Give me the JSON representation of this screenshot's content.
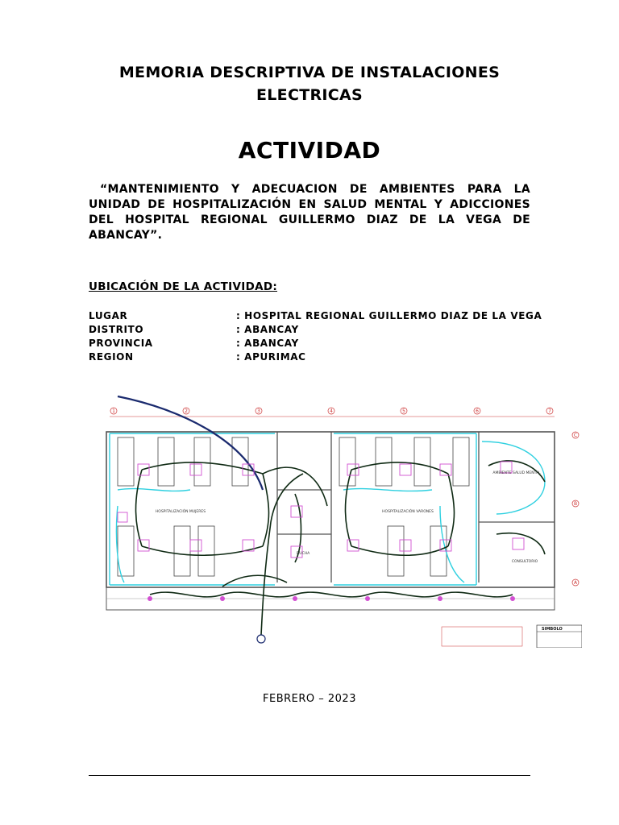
{
  "document": {
    "title": "MEMORIA DESCRIPTIVA DE INSTALACIONES ELECTRICAS",
    "heading": "ACTIVIDAD",
    "description": "“MANTENIMIENTO Y ADECUACION DE AMBIENTES PARA LA UNIDAD DE HOSPITALIZACIÓN EN SALUD MENTAL Y ADICCIONES DEL HOSPITAL REGIONAL GUILLERMO DIAZ DE LA VEGA DE ABANCAY”.",
    "location_heading": "UBICACIÓN DE LA ACTIVIDAD:",
    "location": [
      {
        "label": "LUGAR",
        "value": ": HOSPITAL REGIONAL GUILLERMO DIAZ DE LA VEGA"
      },
      {
        "label": "DISTRITO",
        "value": ": ABANCAY"
      },
      {
        "label": "PROVINCIA",
        "value": ": ABANCAY"
      },
      {
        "label": "REGION",
        "value": ": APURIMAC"
      }
    ],
    "date": "FEBRERO – 2023"
  },
  "plan": {
    "grid_numbers": [
      "1",
      "2",
      "3",
      "4",
      "5",
      "6",
      "7"
    ],
    "grid_letters": [
      "C",
      "B",
      "A"
    ],
    "room_labels": [
      "HOSPITALIZACIÓN MUJERES",
      "HOSPITALIZACIÓN VARONES",
      "DUCHA",
      "AMBIENTE SALUD MENTAL",
      "CONSULTORIO"
    ],
    "symbol_header": "SIMBOLO",
    "colors": {
      "wire_dark": "#0f2a14",
      "conduit": "#2fd0e0",
      "feeder": "#1a2a6e",
      "fixture": "#d24fd2",
      "walls": "#555555"
    }
  }
}
